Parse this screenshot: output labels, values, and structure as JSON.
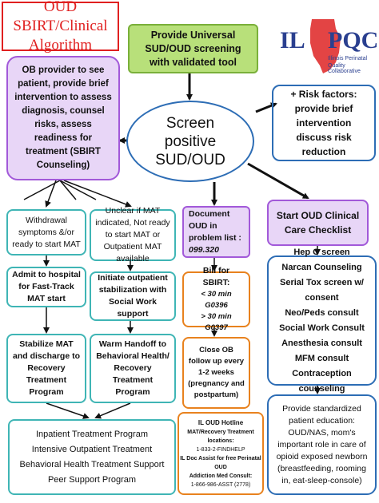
{
  "title_box": {
    "text": "OUD SBIRT/Clinical Algorithm"
  },
  "logo": {
    "il": "IL",
    "pqc": "PQC",
    "sub1": "Illinois Perinatal",
    "sub2": "Quality Collaborative"
  },
  "nodes": {
    "screening": "Provide Universal SUD/OUD screening with validated tool",
    "sbirt": "OB provider to see patient, provide brief intervention to assess diagnosis, counsel risks, assess readiness for treatment (SBIRT Counseling)",
    "screen_positive": "Screen positive SUD/OUD",
    "risk_factors": "+ Risk factors: provide brief intervention discuss risk reduction",
    "withdrawal": "Withdrawal symptoms &/or ready to start MAT",
    "unclear": "Unclear if MAT indicated, Not ready to start MAT or Outpatient MAT available",
    "document": {
      "line1": "Document OUD in problem list :",
      "code": "099.320"
    },
    "start_checklist": "Start OUD Clinical Care Checklist",
    "admit": "Admit to hospital for Fast-Track MAT start",
    "initiate": "Initiate outpatient stabilization with Social Work support",
    "bill": {
      "title": "Bill for SBIRT:",
      "line1": "< 30 min G0396",
      "line2": "> 30 min G0397"
    },
    "checklist_items": [
      "Hep C screen",
      "Narcan Counseling",
      "Serial Tox screen w/ consent",
      "Neo/Peds consult",
      "Social Work Consult",
      "Anesthesia consult",
      "MFM consult",
      "Contraception counseling"
    ],
    "stabilize": "Stabilize MAT and discharge to Recovery Treatment Program",
    "warm_handoff": "Warm Handoff to Behavioral Health/ Recovery Treatment Program",
    "close_ob": "Close OB follow up every 1-2 weeks (pregnancy and postpartum)",
    "education": "Provide standardized patient education: OUD/NAS, mom's important role in care of opioid exposed newborn (breastfeeding, rooming in, eat-sleep-console)",
    "programs": [
      "Inpatient Treatment Program",
      "Intensive Outpatient Treatment",
      "Behavioral Health Treatment Support",
      "Peer Support Program"
    ],
    "hotline": {
      "title": "IL OUD Hotline",
      "line1": "MAT/Recovery Treatment locations:",
      "line2": "1-833-2-FINDHELP",
      "line3": "IL Doc Assist for free Perinatal OUD",
      "line4": "Addiction Med Consult:",
      "line5": "1-866-986-ASST (2778)"
    }
  },
  "colors": {
    "teal": "#3fb5b5",
    "orange": "#e8821e",
    "blue": "#2d6db5",
    "green_fill": "#b8e07a",
    "purple_fill": "#e8d6f7",
    "purple_border": "#a259d9",
    "red": "#e02020",
    "logo_blue": "#2a3f8f"
  }
}
